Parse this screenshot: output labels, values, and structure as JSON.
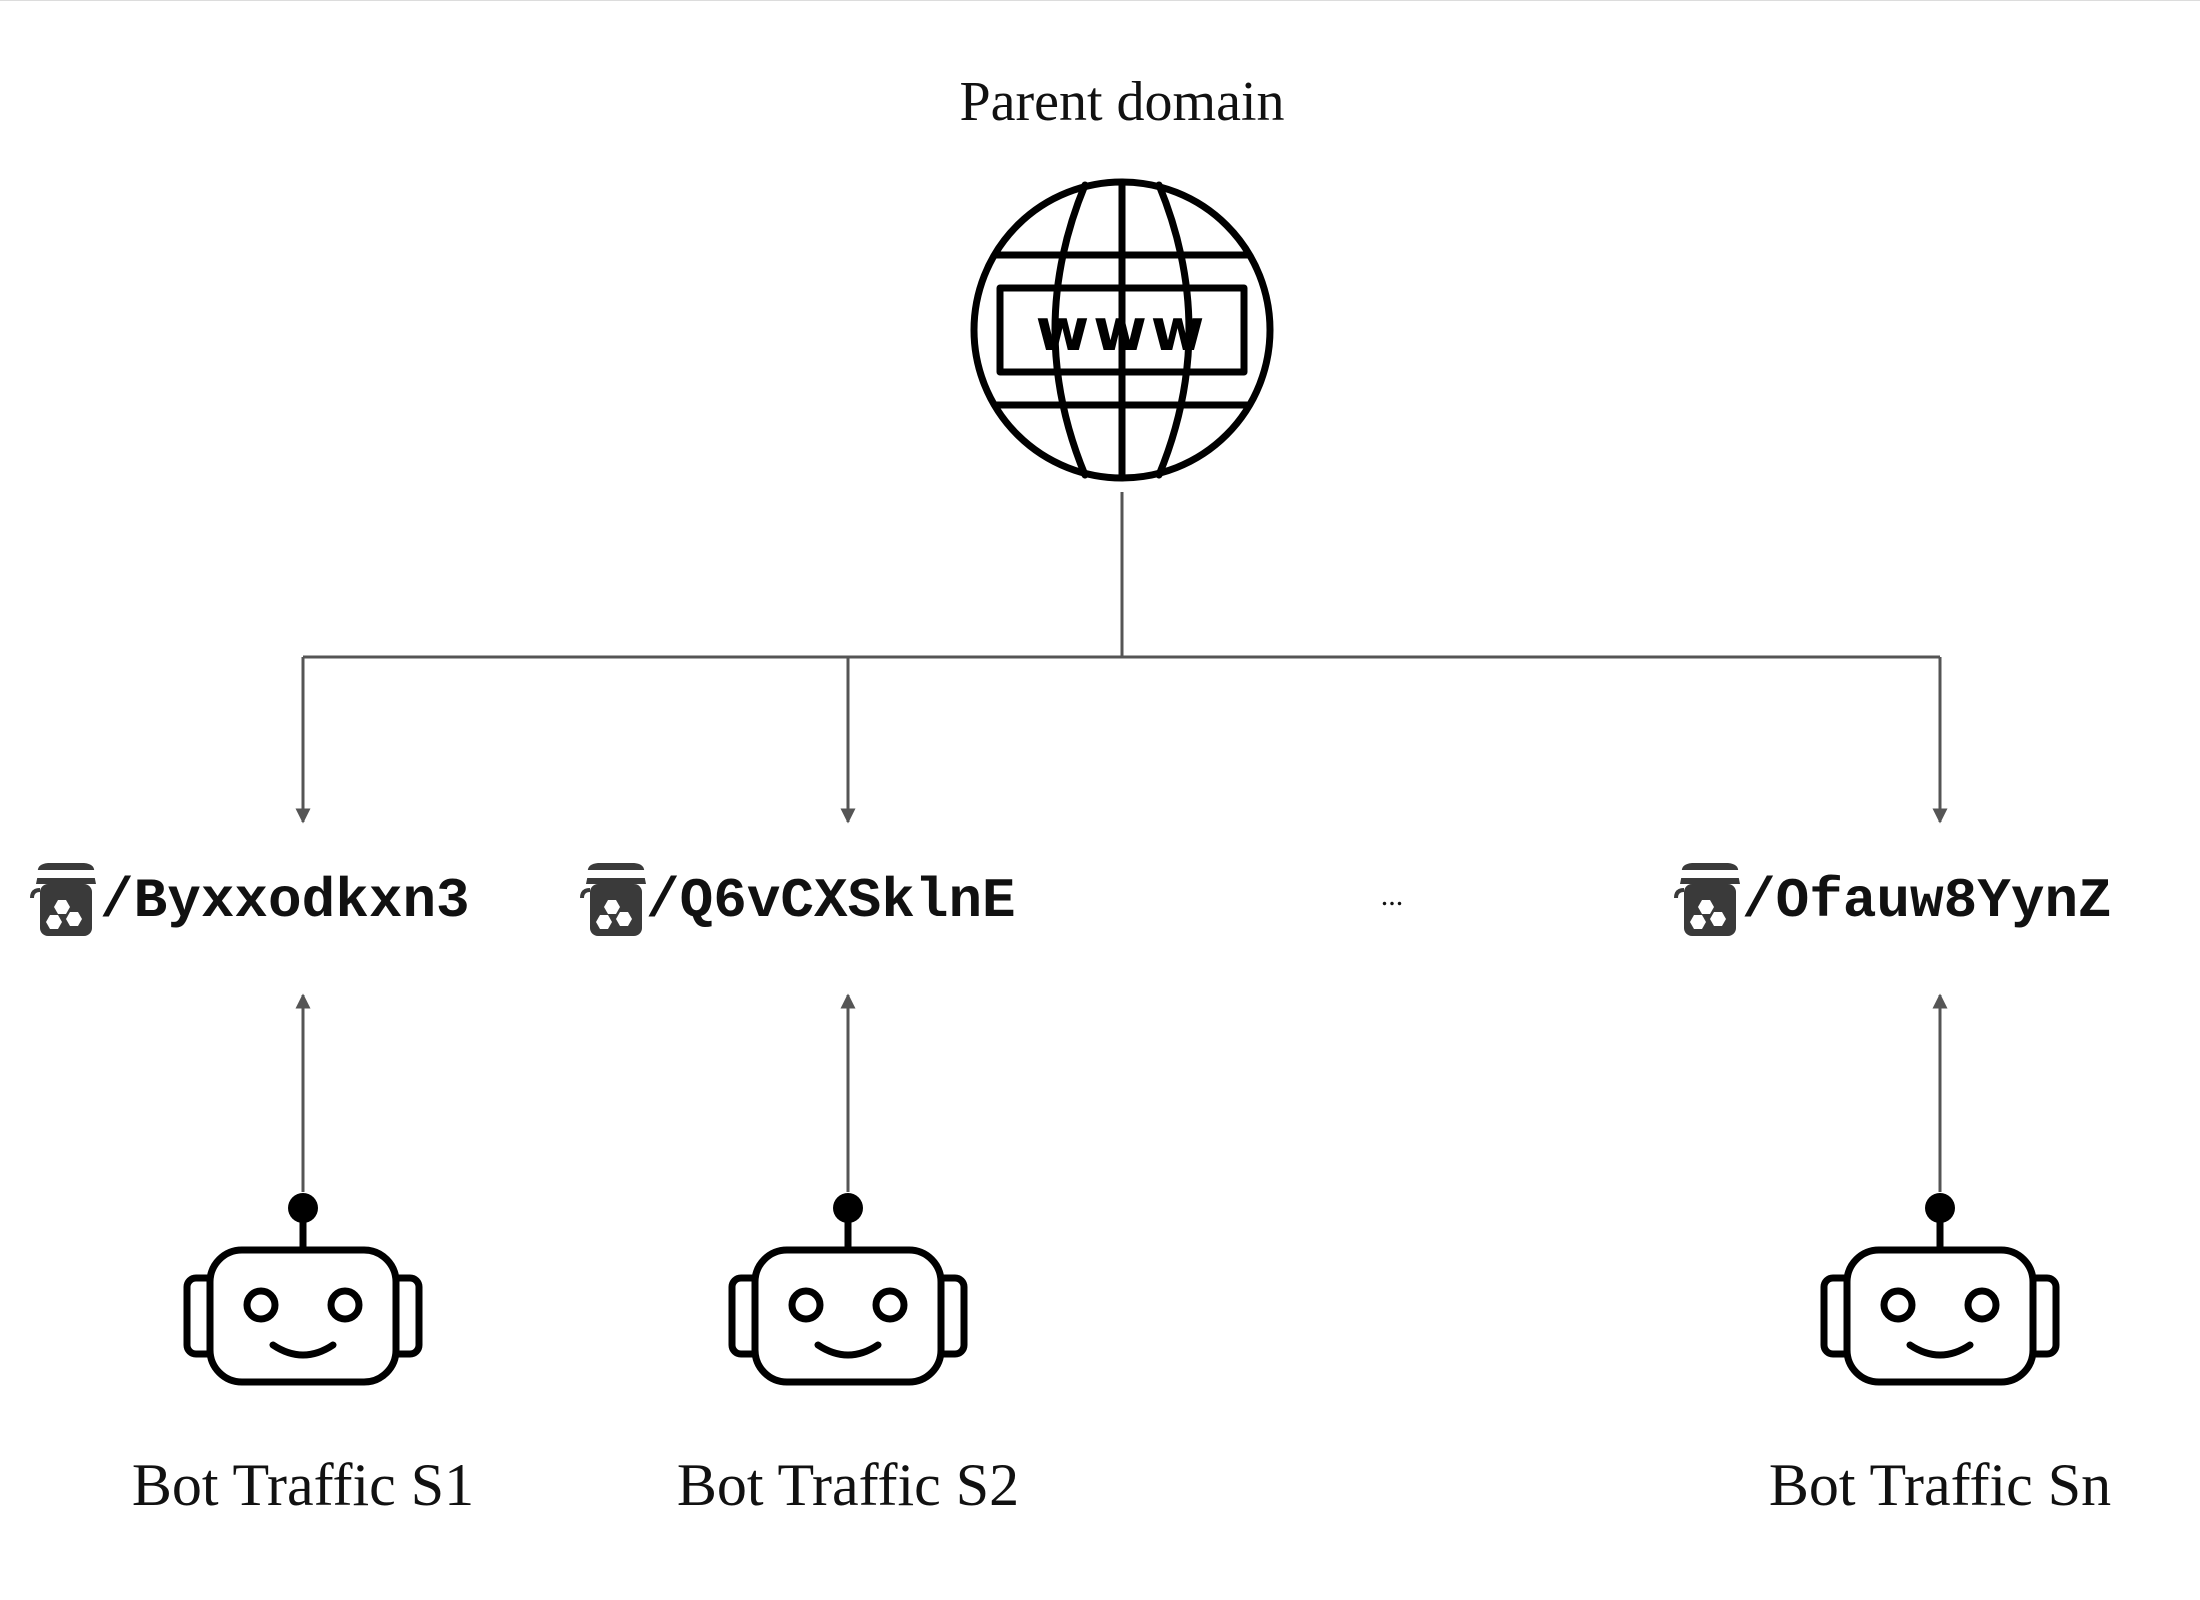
{
  "parent": {
    "label": "Parent domain",
    "icon": "globe-www-icon",
    "globe_text": "www"
  },
  "honeypots": [
    {
      "path": "/Byxxodkxn3",
      "icon": "honey-jar-icon"
    },
    {
      "path": "/Q6vCXSklnE",
      "icon": "honey-jar-icon"
    },
    {
      "path": "/Ofauw8YynZ",
      "icon": "honey-jar-icon"
    }
  ],
  "ellipsis": "...",
  "bots": [
    {
      "label": "Bot Traffic S1",
      "icon": "robot-icon"
    },
    {
      "label": "Bot Traffic S2",
      "icon": "robot-icon"
    },
    {
      "label": "Bot Traffic Sn",
      "icon": "robot-icon"
    }
  ],
  "colors": {
    "connector": "#555555",
    "icon": "#000000",
    "jar": "#3a3a3a"
  }
}
